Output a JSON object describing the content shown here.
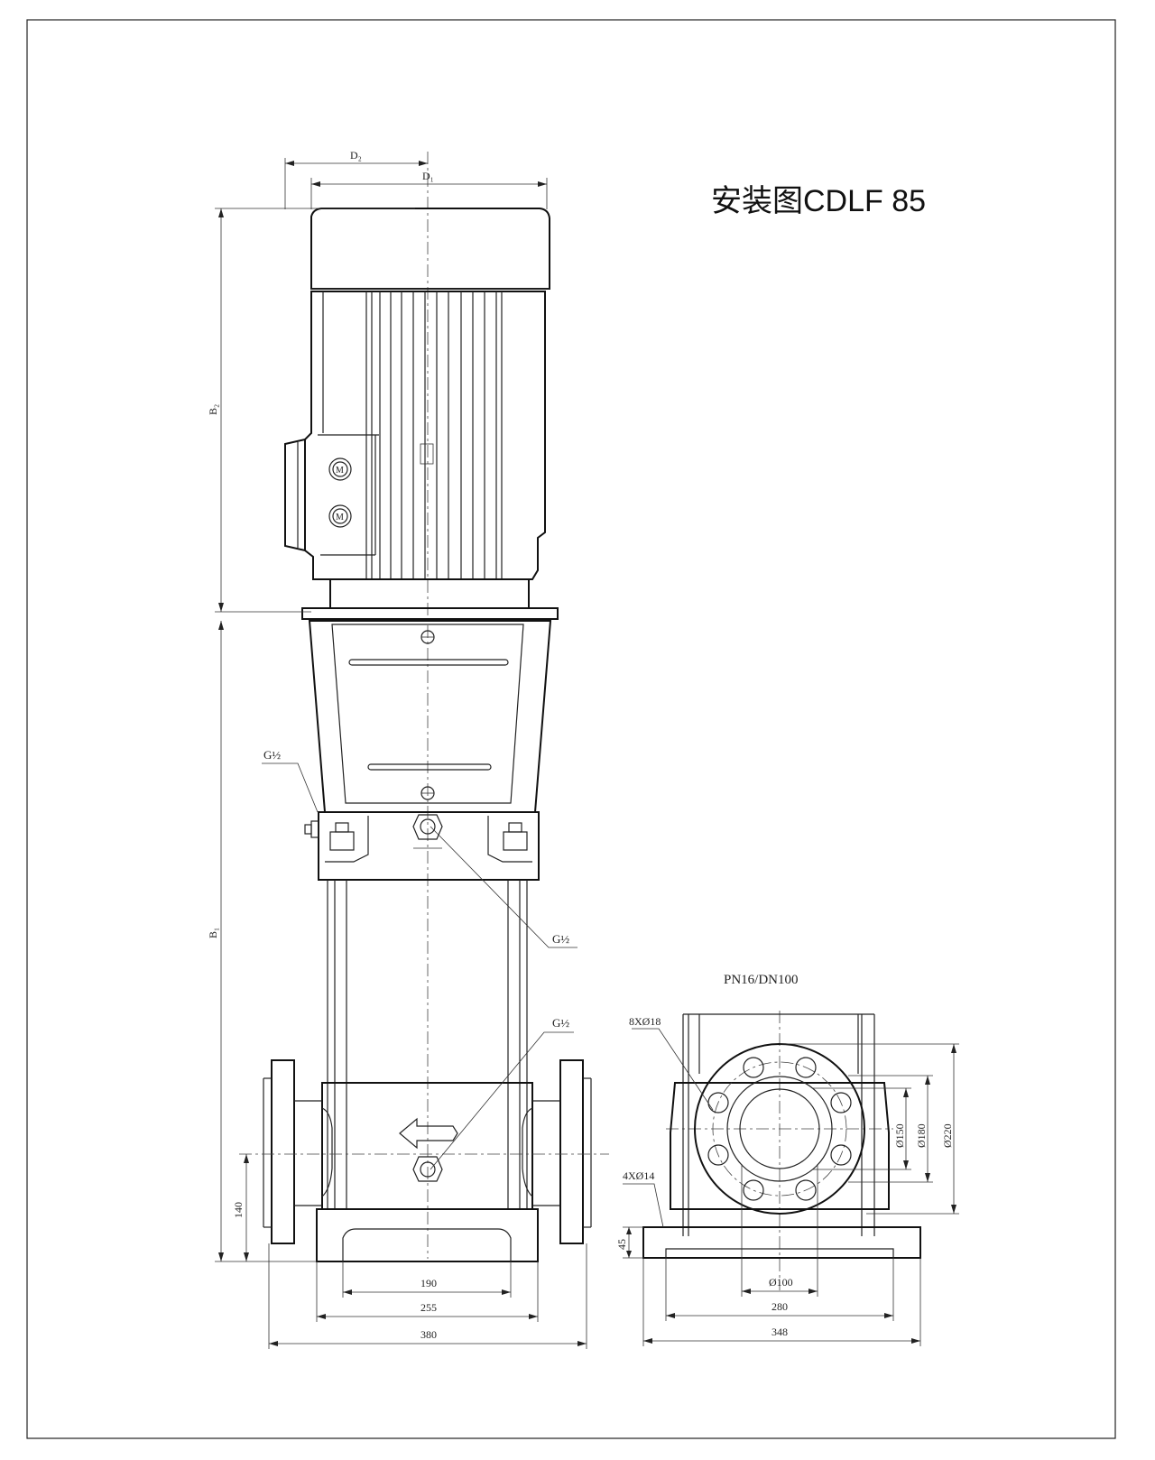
{
  "title": "安装图CDLF 85",
  "side_view": {
    "dims": {
      "D2": "D₂",
      "D1": "D₁",
      "B2": "B₂",
      "B1": "B₁",
      "h140": "140",
      "w190": "190",
      "w255": "255",
      "w380": "380"
    },
    "motor_labels": [
      "M",
      "M"
    ],
    "ports": {
      "upper_left": "G½",
      "middle_right": "G½",
      "lower_right": "G½"
    }
  },
  "flange_view": {
    "title": "PN16/DN100",
    "dims": {
      "holes8": "8XØ18",
      "holes4": "4XØ14",
      "d150": "Ø150",
      "d180": "Ø180",
      "d220": "Ø220",
      "h45": "45",
      "d100": "Ø100",
      "w280": "280",
      "w348": "348"
    }
  }
}
